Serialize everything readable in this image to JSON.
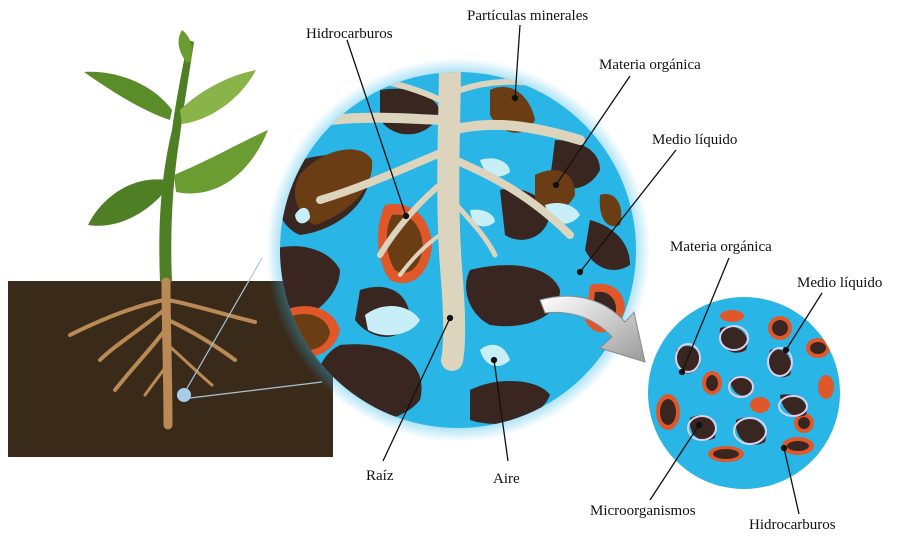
{
  "labels": {
    "hidrocarburos_top": "Hidrocarburos",
    "particulas_minerales": "Partículas minerales",
    "materia_organica_top": "Materia orgánica",
    "medio_liquido_top": "Medio líquido",
    "raiz": "Raíz",
    "aire": "Aire",
    "materia_organica_small": "Materia orgánica",
    "medio_liquido_small": "Medio líquido",
    "microorganismos": "Microorganismos",
    "hidrocarburos_small": "Hidrocarburos"
  },
  "colors": {
    "soil": "#3a2a1a",
    "leaf": "#5a8c2a",
    "leaf_light": "#8ab44a",
    "root": "#b98a56",
    "root_light": "#ddd4bd",
    "liquid": "#29b5e6",
    "organic_matter": "#3a2620",
    "mineral_particle": "#6b3d14",
    "hydrocarbon": "#e0582a",
    "air": "#c8eef8",
    "microorganism": "#ddd0ee"
  }
}
